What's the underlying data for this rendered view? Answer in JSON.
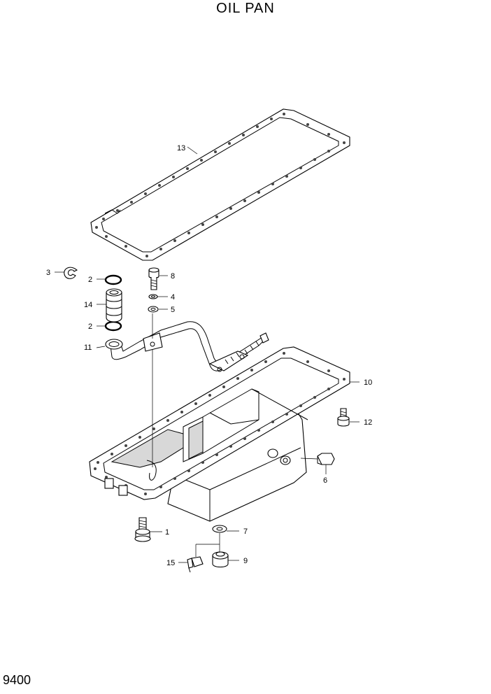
{
  "title": "OIL PAN",
  "page_code": "9400",
  "callouts": {
    "c1": "1",
    "c2a": "2",
    "c2b": "2",
    "c3": "3",
    "c4": "4",
    "c5": "5",
    "c6": "6",
    "c7": "7",
    "c8": "8",
    "c9": "9",
    "c10": "10",
    "c11": "11",
    "c12": "12",
    "c13": "13",
    "c14": "14",
    "c15": "15"
  }
}
